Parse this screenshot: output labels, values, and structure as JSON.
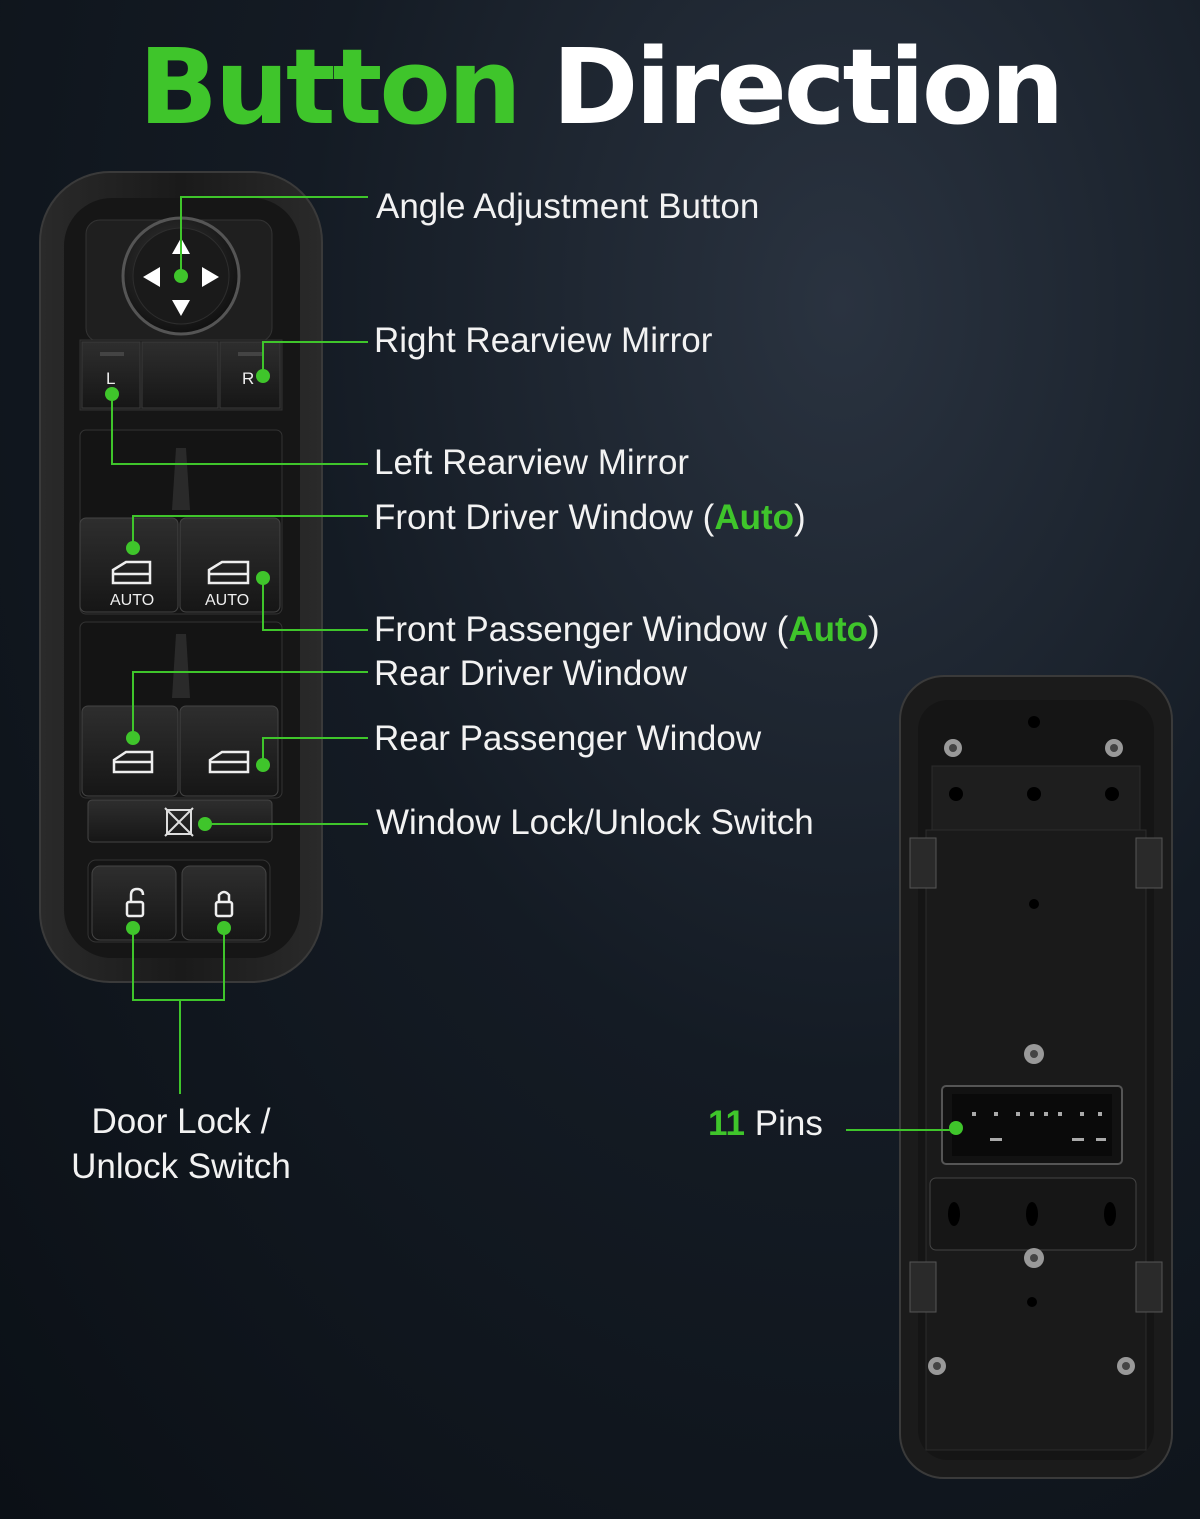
{
  "title": {
    "part1": "Button",
    "part2": "Direction"
  },
  "labels": {
    "angle_adjustment": "Angle Adjustment Button",
    "right_mirror": "Right Rearview Mirror",
    "left_mirror": "Left Rearview Mirror",
    "front_driver": "Front Driver Window (",
    "front_passenger": "Front Passenger Window (",
    "auto": "Auto",
    "close_paren": ")",
    "rear_driver": "Rear Driver Window",
    "rear_passenger": "Rear Passenger Window",
    "window_lock": "Window Lock/Unlock Switch",
    "door_lock_line1": "Door Lock /",
    "door_lock_line2": "Unlock Switch",
    "pins_count": "11",
    "pins_text": "Pins"
  },
  "switch_marks": {
    "left": "L",
    "right": "R",
    "auto": "AUTO"
  },
  "colors": {
    "accent": "#3fc52b",
    "text": "#f2f2f2",
    "background": "#141b24",
    "panel": "#1c1c1c"
  },
  "icons": [
    "arrow-up-icon",
    "arrow-down-icon",
    "arrow-left-icon",
    "arrow-right-icon",
    "window-icon",
    "window-lock-icon",
    "unlock-icon",
    "lock-icon"
  ]
}
